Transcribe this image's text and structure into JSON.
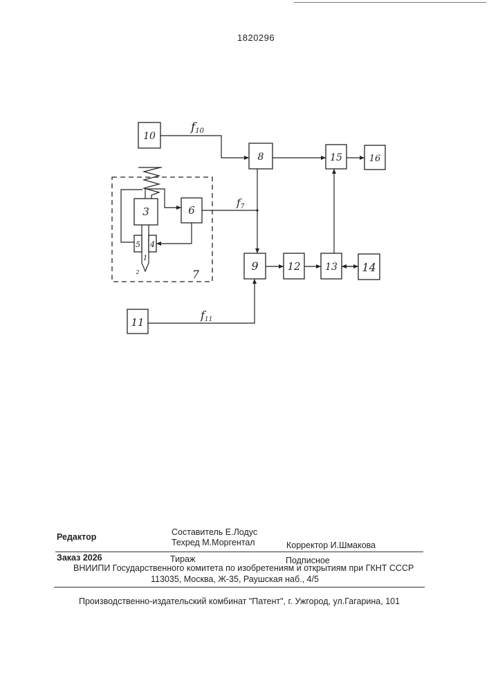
{
  "document": {
    "patent_number": "1820296"
  },
  "diagram": {
    "blocks": [
      {
        "id": "b1",
        "label": "1"
      },
      {
        "id": "b2",
        "label": "2"
      },
      {
        "id": "b3",
        "label": "3"
      },
      {
        "id": "b4",
        "label": "4"
      },
      {
        "id": "b5",
        "label": "5"
      },
      {
        "id": "b6",
        "label": "6"
      },
      {
        "id": "b7",
        "label": "7"
      },
      {
        "id": "b8",
        "label": "8"
      },
      {
        "id": "b9",
        "label": "9"
      },
      {
        "id": "b10",
        "label": "10"
      },
      {
        "id": "b11",
        "label": "11"
      },
      {
        "id": "b12",
        "label": "12"
      },
      {
        "id": "b13",
        "label": "13"
      },
      {
        "id": "b14",
        "label": "14"
      },
      {
        "id": "b15",
        "label": "15"
      },
      {
        "id": "b16",
        "label": "16"
      }
    ],
    "signals": {
      "f10": {
        "base": "f",
        "sub": "10"
      },
      "f7": {
        "base": "f",
        "sub": "7"
      },
      "f11": {
        "base": "f",
        "sub": "11"
      }
    }
  },
  "imprint": {
    "editor_label": "Редактор",
    "compiler": "Составитель Е.Лодус",
    "techred": "Техред М.Моргентал",
    "corrector": "Корректор  И.Шмакова",
    "order": "Заказ  2026",
    "circulation": "Тираж",
    "subscription": "Подписное",
    "vniipi": "ВНИИПИ Государственного комитета по изобретениям и открытиям при ГКНТ СССР",
    "address": "113035, Москва, Ж-35, Раушская наб., 4/5",
    "publisher": "Производственно-издательский комбинат \"Патент\", г. Ужгород, ул.Гагарина, 101"
  }
}
